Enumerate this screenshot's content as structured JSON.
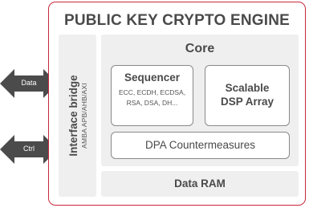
{
  "engine": {
    "title": "PUBLIC KEY CRYPTO ENGINE"
  },
  "interface_bridge": {
    "title": "Interface bridge",
    "subtitle": "AMBA APB/AHB/AXI"
  },
  "core": {
    "title": "Core",
    "sequencer": {
      "title": "Sequencer",
      "line1": "ECC, ECDH, ECDSA,",
      "line2": "RSA, DSA, DH..."
    },
    "dsp_array": {
      "line1": "Scalable",
      "line2": "DSP Array"
    },
    "dpa": {
      "title": "DPA Countermeasures"
    }
  },
  "data_ram": {
    "title": "Data RAM"
  },
  "arrows": {
    "data": "Data",
    "ctrl": "Ctrl"
  },
  "colors": {
    "border": "#c8283a",
    "block_fill": "#efefef",
    "arrow_fill": "#4b4b4b",
    "inner_border": "#8a8a8a"
  }
}
